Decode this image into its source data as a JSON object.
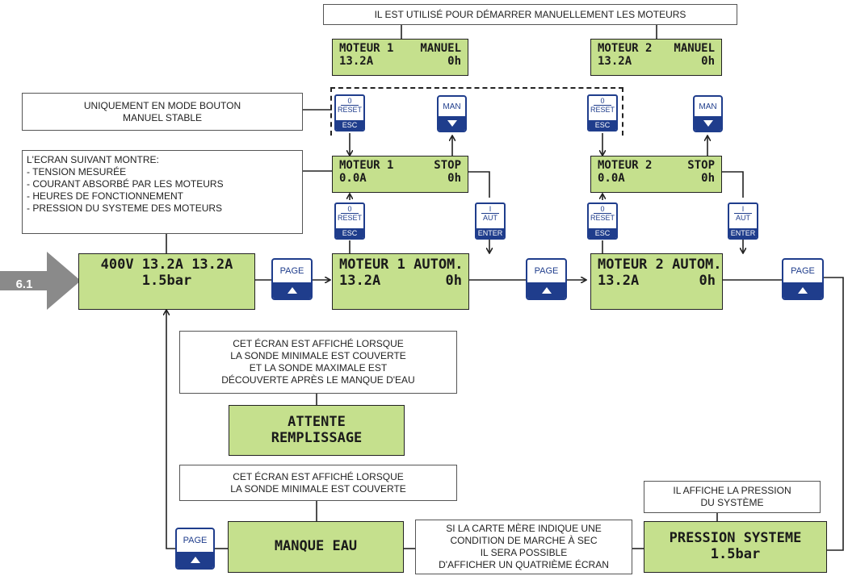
{
  "step": "6.1",
  "notes": {
    "top": "IL EST UTILISÉ POUR DÉMARRER MANUELLEMENT LES MOTEURS",
    "mode_line1": "UNIQUEMENT EN MODE BOUTON",
    "mode_line2": "MANUEL STABLE",
    "info": [
      "L'ECRAN SUIVANT MONTRE:",
      "- TENSION MESURÉE",
      "- COURANT ABSORBÉ PAR LES MOTEURS",
      "- HEURES DE FONCTIONNEMENT",
      "- PRESSION DU SYSTEME DES MOTEURS"
    ],
    "attente": [
      "CET ÉCRAN EST AFFICHÉ LORSQUE",
      "LA SONDE MINIMALE EST COUVERTE",
      "ET LA SONDE MAXIMALE EST",
      "DÉCOUVERTE APRÈS LE MANQUE D'EAU"
    ],
    "manque": [
      "CET ÉCRAN EST AFFICHÉ LORSQUE",
      "LA SONDE MINIMALE EST COUVERTE"
    ],
    "pression": [
      "IL AFFICHE LA PRESSION",
      "DU SYSTÈME"
    ],
    "carte": [
      "SI LA CARTE MÈRE INDIQUE UNE",
      "CONDITION DE MARCHE À SEC",
      "IL SERA POSSIBLE",
      "D'AFFICHER UN QUATRIÈME ÉCRAN"
    ]
  },
  "screens": {
    "main": {
      "l1": "400V 13.2A 13.2A",
      "l2": "1.5bar"
    },
    "m1_manuel": {
      "l1a": "MOTEUR 1",
      "l1b": "MANUEL",
      "l2a": "13.2A",
      "l2b": "0h"
    },
    "m2_manuel": {
      "l1a": "MOTEUR 2",
      "l1b": "MANUEL",
      "l2a": "13.2A",
      "l2b": "0h"
    },
    "m1_stop": {
      "l1a": "MOTEUR 1",
      "l1b": "STOP",
      "l2a": "0.0A",
      "l2b": "0h"
    },
    "m2_stop": {
      "l1a": "MOTEUR 2",
      "l1b": "STOP",
      "l2a": "0.0A",
      "l2b": "0h"
    },
    "m1_auto": {
      "l1": "MOTEUR 1 AUTOM.",
      "l2a": "13.2A",
      "l2b": "0h"
    },
    "m2_auto": {
      "l1": "MOTEUR 2 AUTOM.",
      "l2a": "13.2A",
      "l2b": "0h"
    },
    "attente": {
      "l1": "ATTENTE",
      "l2": "REMPLISSAGE"
    },
    "manque": {
      "l1": "MANQUE EAU"
    },
    "pression": {
      "l1": "PRESSION SYSTEME",
      "l2": "1.5bar"
    }
  },
  "buttons": {
    "page": "PAGE",
    "man": "MAN",
    "reset": {
      "l1": "0",
      "l2": "RESET",
      "l3": "ESC"
    },
    "aut": {
      "l1": "I",
      "l2": "AUT",
      "l3": "ENTER"
    }
  },
  "colors": {
    "lcd": "#c5e08d",
    "button_blue": "#1f3d8c",
    "step_arrow": "#8a8a8a"
  }
}
